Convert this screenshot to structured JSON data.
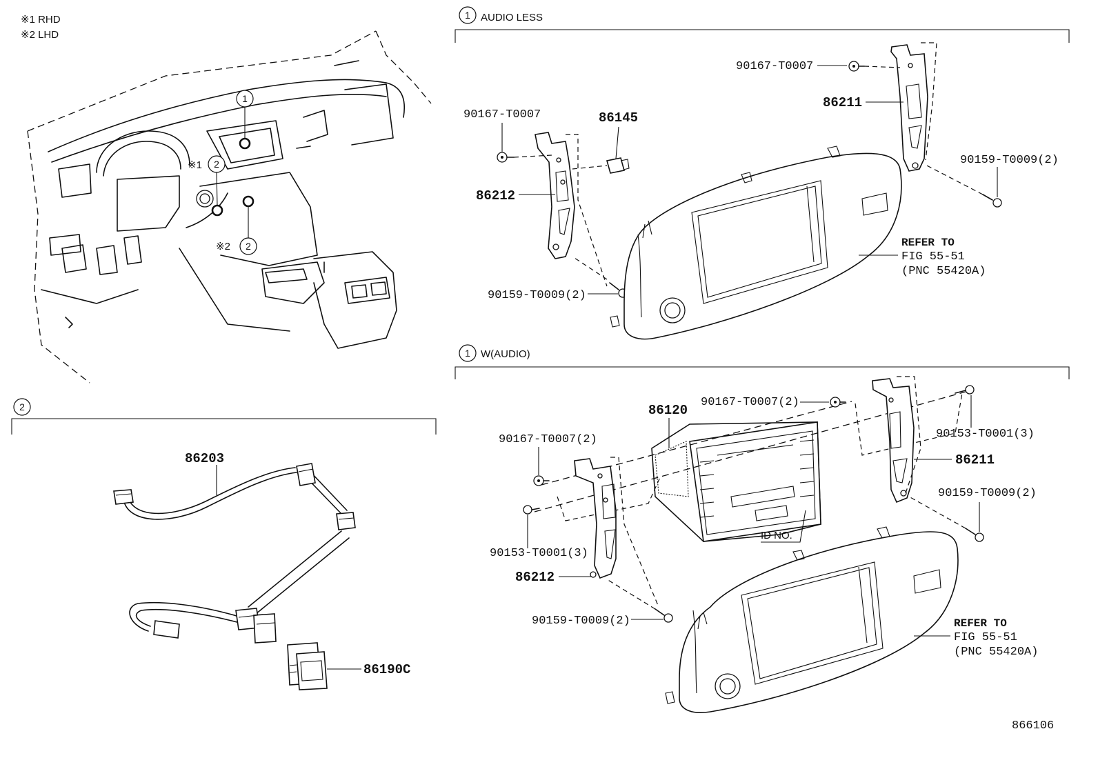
{
  "legend": {
    "rhd": "※1 RHD",
    "lhd": "※2 LHD"
  },
  "callouts": {
    "one": "1",
    "two": "2",
    "note1": "※1",
    "note2": "※2"
  },
  "sections": {
    "audio_less": {
      "title": "AUDIO LESS"
    },
    "w_audio": {
      "title": "W(AUDIO)"
    }
  },
  "parts": {
    "p86203": "86203",
    "p86190c": "86190C",
    "p86145": "86145",
    "p86211": "86211",
    "p86212": "86212",
    "p86120": "86120",
    "screw_90167": "90167-T0007",
    "screw_90167_2": "90167-T0007(2)",
    "screw_90159_2": "90159-T0009(2)",
    "screw_90153_3": "90153-T0001(3)",
    "id_no": "ID NO."
  },
  "refer": {
    "line1": "REFER TO",
    "line2": "FIG 55-51",
    "line3": "(PNC 55420A)"
  },
  "figure_id": "866106"
}
